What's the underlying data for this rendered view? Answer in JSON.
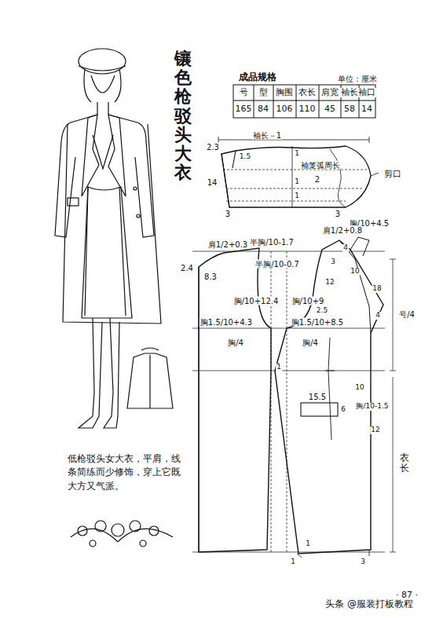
{
  "diagram": {
    "title": "镶色枪驳头大衣",
    "caption": "低枪驳头女大衣，平肩，线条简练而少修饰，穿上它既大方又气派。",
    "labels": [
      "成品规格",
      "单位：厘米",
      "号",
      "型",
      "胸围",
      "衣长",
      "肩宽",
      "袖长",
      "袖口",
      "165",
      "84",
      "106",
      "110",
      "45",
      "58",
      "14",
      "袖长－1",
      "2.3",
      "1.5",
      "14",
      "1",
      "袖笼弧周长",
      "2",
      "剪口",
      "3",
      "1",
      "3",
      "胸/10+4.5",
      "1",
      "肩1/2+0.3",
      "半胸/10-1.7",
      "2.4",
      "8.3",
      "半胸/10-0.7",
      "胸/10+12.4",
      "胸/10+9",
      "胸1.5/10+4.3",
      "胸1.5/10+8.5",
      "胸/4",
      "胸/4",
      "肩1/2+0.8",
      "4",
      "3",
      "10",
      "12",
      "18",
      "2.5",
      "4",
      "号/4",
      "1",
      "15.5",
      "6",
      "胸/10-1.5",
      "10",
      "12",
      "衣长",
      "1",
      "1",
      "3",
      "· 87 ·",
      "头条 @服装打板教程"
    ]
  }
}
